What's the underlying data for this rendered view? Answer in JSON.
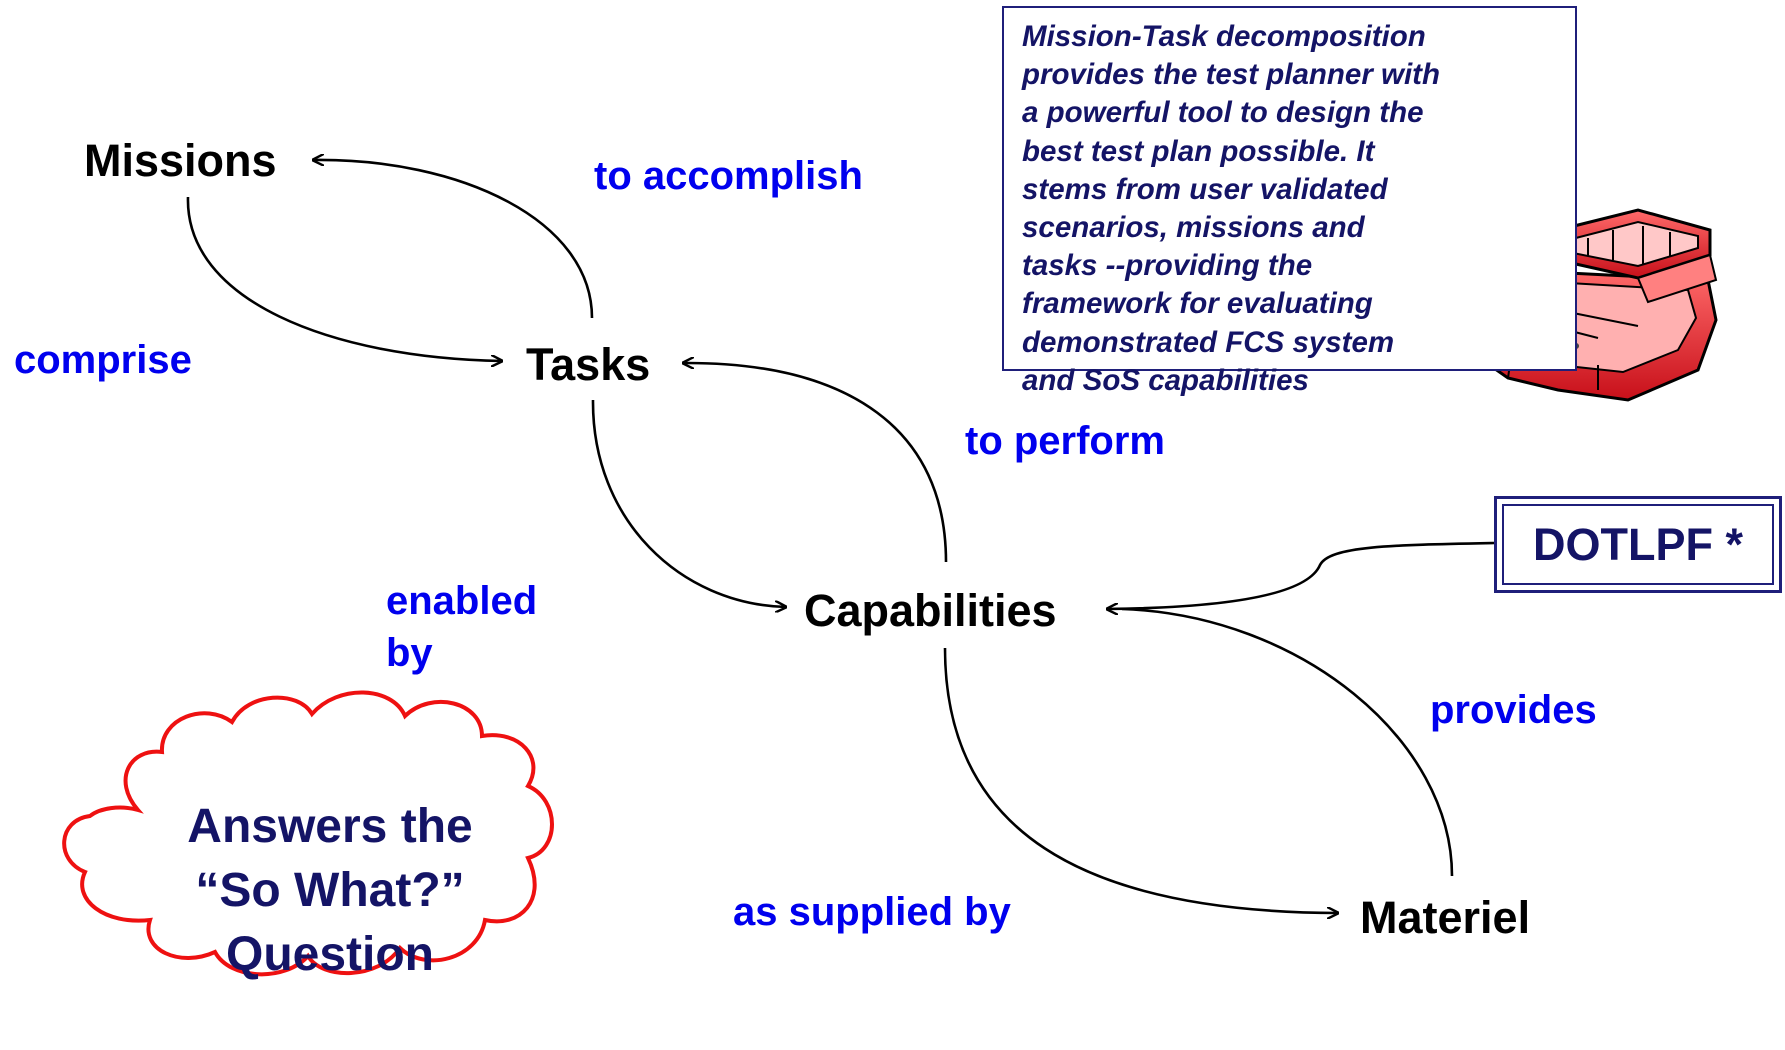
{
  "nodes": {
    "missions": "Missions",
    "tasks": "Tasks",
    "capabilities": "Capabilities",
    "materiel": "Materiel"
  },
  "relations": {
    "to_accomplish": "to accomplish",
    "comprise": "comprise",
    "to_perform": "to perform",
    "enabled_line1": "enabled",
    "enabled_line2": "by",
    "as_supplied_by": "as supplied by",
    "provides": "provides"
  },
  "note": {
    "text": "Mission-Task decomposition provides the test planner with a powerful tool to design the best test plan possible.  It stems from user validated scenarios, missions and tasks --providing the framework for evaluating demonstrated FCS system and SoS capabilities",
    "icon": "toolbox-icon"
  },
  "dotlpf": {
    "label": "DOTLPF *"
  },
  "cloud": {
    "line1": "Answers the",
    "line2": "“So What?”",
    "line3": "Question"
  },
  "colors": {
    "relation_text": "#0000ee",
    "box_border": "#1f1f7a",
    "cloud_outline": "#ee1111",
    "toolbox": "#e8252b"
  }
}
